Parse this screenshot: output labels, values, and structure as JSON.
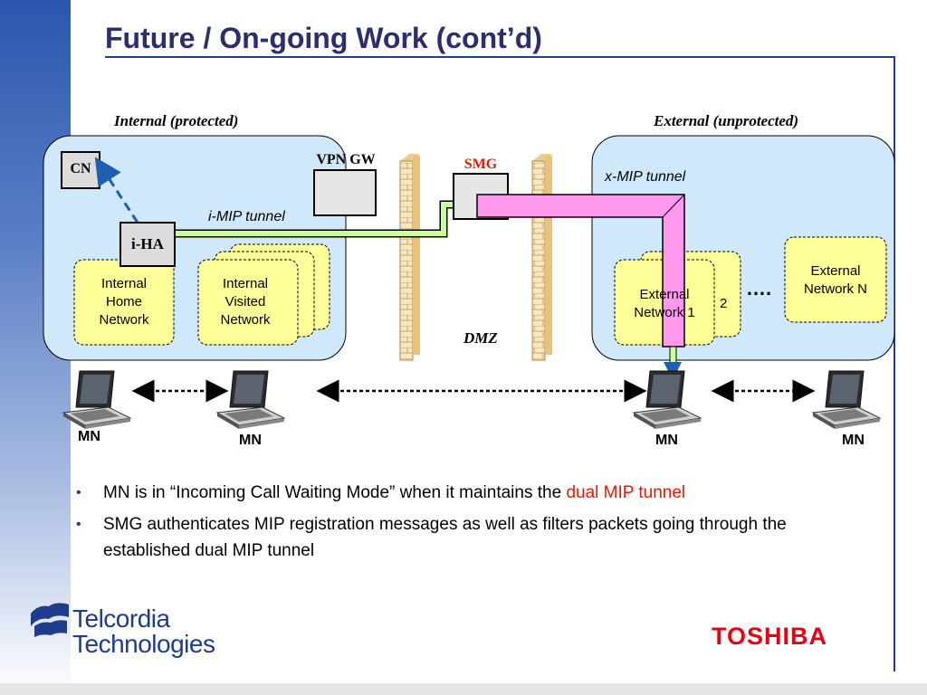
{
  "slide": {
    "title": "Future / On-going Work (cont’d)"
  },
  "diagram": {
    "zones": {
      "internal_label": "Internal (protected)",
      "external_label": "External (unprotected)",
      "dmz_label": "DMZ"
    },
    "nodes": {
      "cn": "CN",
      "iha": "i-HA",
      "vpn_gw": "VPN GW",
      "smg": "SMG"
    },
    "tunnels": {
      "imip": "i-MIP tunnel",
      "xmip": "x-MIP tunnel"
    },
    "networks": {
      "internal_home_l1": "Internal",
      "internal_home_l2": "Home",
      "internal_home_l3": "Network",
      "internal_visited_l1": "Internal",
      "internal_visited_l2": "Visited",
      "internal_visited_l3": "Network",
      "external_1_l1": "External",
      "external_1_l2": "Network 1",
      "external_2_suffix": "2",
      "external_n_l1": "External",
      "external_n_l2": "Network N",
      "ellipsis": "…."
    },
    "mn_labels": [
      "MN",
      "MN",
      "MN",
      "MN"
    ],
    "colors": {
      "zone_fill": "#cfe8fb",
      "network_fill": "#ffff99",
      "imip_tunnel": "#ccff99",
      "xmip_tunnel": "#ff99ee",
      "cn_arrow": "#1f5fb0",
      "smg_label": "#e21b00"
    }
  },
  "bullets": [
    {
      "text": "MN is in “Incoming Call Waiting Mode” when it maintains the ",
      "highlight": "dual MIP tunnel"
    },
    {
      "text": "SMG authenticates MIP registration messages as well as filters packets going through the established dual MIP tunnel",
      "highlight": ""
    }
  ],
  "footer": {
    "telcordia_line1": "Telcordia",
    "telcordia_line2": "Technologies",
    "toshiba": "TOSHIBA"
  }
}
